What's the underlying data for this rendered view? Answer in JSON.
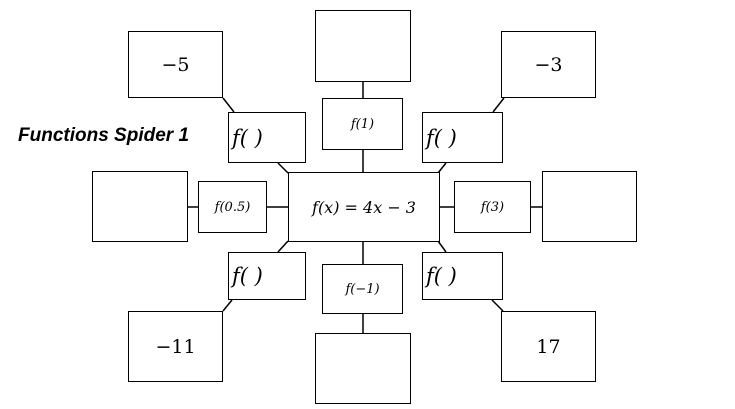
{
  "title": "Functions Spider 1",
  "center": "f(x) = 4x − 3",
  "inputs": {
    "top": "f(1)",
    "left": "f(0.5)",
    "right": "f(3)",
    "bottom": "f(−1)"
  },
  "open_inputs": {
    "top_left": "f(      )",
    "top_right": "f(      )",
    "bottom_left": "f(      )",
    "bottom_right": "f(      )"
  },
  "outputs": {
    "top": "",
    "left": "",
    "right": "",
    "bottom": "",
    "top_left": "−5",
    "top_right": "−3",
    "bottom_left": "−11",
    "bottom_right": "17"
  }
}
